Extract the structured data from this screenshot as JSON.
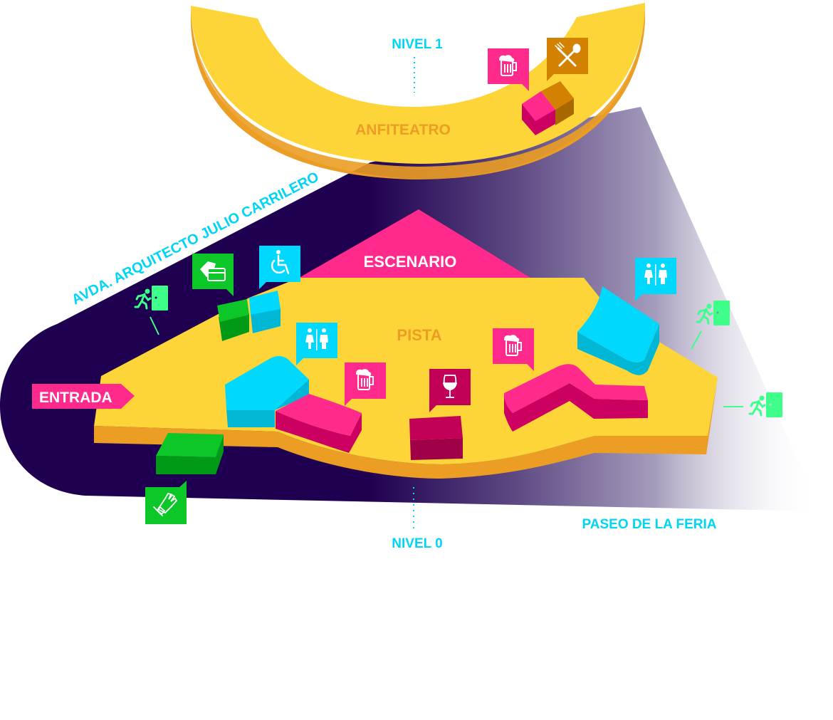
{
  "map": {
    "levels": {
      "upper": "NIVEL 1",
      "ground": "NIVEL 0"
    },
    "areas": {
      "amphitheater": "ANFITEATRO",
      "stage": "ESCENARIO",
      "floor": "PISTA",
      "entrance": "ENTRADA"
    },
    "streets": {
      "avenue": "AVDA. ARQUITECTO JULIO CARRILERO",
      "promenade": "PASEO DE LA FERIA"
    },
    "amenities": [
      {
        "type": "beer-bar",
        "icon": "beer-mug-icon",
        "level": "NIVEL 1"
      },
      {
        "type": "food",
        "icon": "fork-spoon-icon",
        "level": "NIVEL 1"
      },
      {
        "type": "payment-card",
        "icon": "credit-card-icon",
        "level": "NIVEL 0"
      },
      {
        "type": "accessibility",
        "icon": "wheelchair-icon",
        "level": "NIVEL 0"
      },
      {
        "type": "restrooms",
        "icon": "restroom-icon",
        "level": "NIVEL 0"
      },
      {
        "type": "beer-bar",
        "icon": "beer-mug-icon",
        "level": "NIVEL 0"
      },
      {
        "type": "wine-bar",
        "icon": "wine-glass-icon",
        "level": "NIVEL 0"
      },
      {
        "type": "beer-bar",
        "icon": "beer-mug-icon",
        "level": "NIVEL 0"
      },
      {
        "type": "restrooms",
        "icon": "restroom-icon",
        "level": "NIVEL 0"
      },
      {
        "type": "wristband",
        "icon": "wristband-hand-icon",
        "level": "NIVEL 0"
      },
      {
        "type": "emergency-exit",
        "icon": "emergency-exit-icon",
        "level": "NIVEL 0"
      },
      {
        "type": "emergency-exit",
        "icon": "emergency-exit-icon",
        "level": "NIVEL 0"
      },
      {
        "type": "emergency-exit",
        "icon": "emergency-exit-icon",
        "level": "NIVEL 0"
      }
    ],
    "colors": {
      "floor_top": "#fed538",
      "floor_side": "#eb9d24",
      "ground_dark": "#1f0050",
      "pink": "#ff2a8c",
      "pink_dark": "#cc0060",
      "cyan": "#00d9fd",
      "cyan_dark": "#00b7d6",
      "green": "#0dc628",
      "green_dark": "#009a17",
      "exit_green": "#3dff8a",
      "wine": "#c20058",
      "food": "#d28100",
      "label_cyan": "#00d5f5"
    }
  }
}
